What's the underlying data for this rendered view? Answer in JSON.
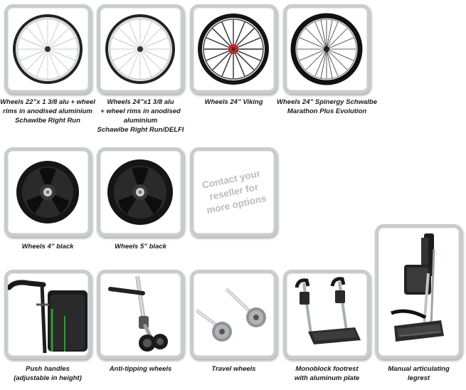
{
  "products": [
    {
      "caption_lines": [
        "Wheels 22”x 1 3/8 alu + wheel",
        "rims in anodised aluminium",
        "Schawlbe Right Run"
      ],
      "icon": "spoked-wheel-silver-icon"
    },
    {
      "caption_lines": [
        "Wheels 24”x1 3/8 alu",
        "+ wheel rims in anodised",
        "aluminium",
        "Schawlbe Right Run/DELFI"
      ],
      "icon": "spoked-wheel-silver-icon"
    },
    {
      "caption_lines": [
        "Wheels 24” Viking"
      ],
      "icon": "spoked-wheel-red-hub-icon"
    },
    {
      "caption_lines": [
        "Wheels 24” Spinergy Schwalbe",
        "Marathon Plus Evolution"
      ],
      "icon": "spoked-wheel-black-icon"
    },
    {
      "caption_lines": [
        "Wheels 4” black"
      ],
      "icon": "caster-wheel-icon"
    },
    {
      "caption_lines": [
        "Wheels 5” black"
      ],
      "icon": "caster-wheel-icon"
    },
    {
      "caption_lines": [
        "Push handles",
        "(adjustable in height)"
      ],
      "icon": "push-handle-icon"
    },
    {
      "caption_lines": [
        "Anti-tipping wheels"
      ],
      "icon": "anti-tipping-wheel-icon"
    },
    {
      "caption_lines": [
        "Travel wheels"
      ],
      "icon": "travel-wheels-icon"
    },
    {
      "caption_lines": [
        "Monoblock footrest",
        "with aluminum plate"
      ],
      "icon": "footrest-icon"
    },
    {
      "caption_lines": [
        "Manual articulating",
        "legrest"
      ],
      "icon": "legrest-icon"
    }
  ],
  "contact_lines": [
    "Contact your",
    "reseller for",
    "more options"
  ],
  "colors": {
    "tile_border": "#c9ccce",
    "viking_hub": "#c0262d",
    "frame_green": "#2e9c3a"
  }
}
